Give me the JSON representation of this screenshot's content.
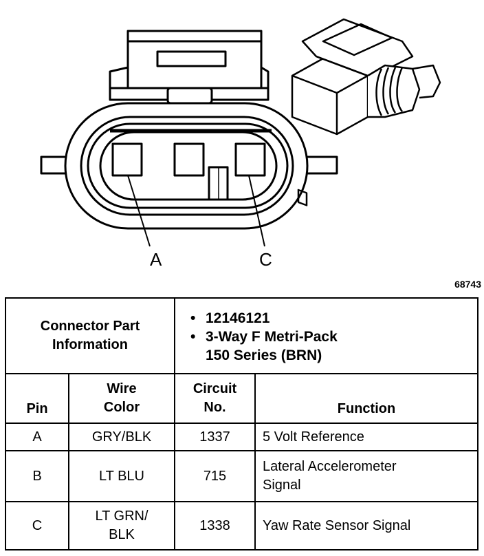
{
  "figure": {
    "pin_label_a": "A",
    "pin_label_c": "C",
    "figure_number": "68743"
  },
  "connector_info": {
    "header_label": "Connector Part Information",
    "header_label_line1": "Connector Part",
    "header_label_line2": "Information",
    "part_number": "12146121",
    "description_line1": "3-Way F Metri-Pack",
    "description_line2": "150 Series (BRN)"
  },
  "columns": {
    "pin": "Pin",
    "wire_color_line1": "Wire",
    "wire_color_line2": "Color",
    "circuit_line1": "Circuit",
    "circuit_line2": "No.",
    "function": "Function"
  },
  "rows": [
    {
      "pin": "A",
      "wire_color": "GRY/BLK",
      "circuit": "1337",
      "function": "5 Volt Reference"
    },
    {
      "pin": "B",
      "wire_color": "LT BLU",
      "circuit": "715",
      "function_line1": "Lateral Accelerometer",
      "function_line2": "Signal"
    },
    {
      "pin": "C",
      "wire_color_line1": "LT GRN/",
      "wire_color_line2": "BLK",
      "circuit": "1338",
      "function": "Yaw Rate Sensor Signal"
    }
  ]
}
